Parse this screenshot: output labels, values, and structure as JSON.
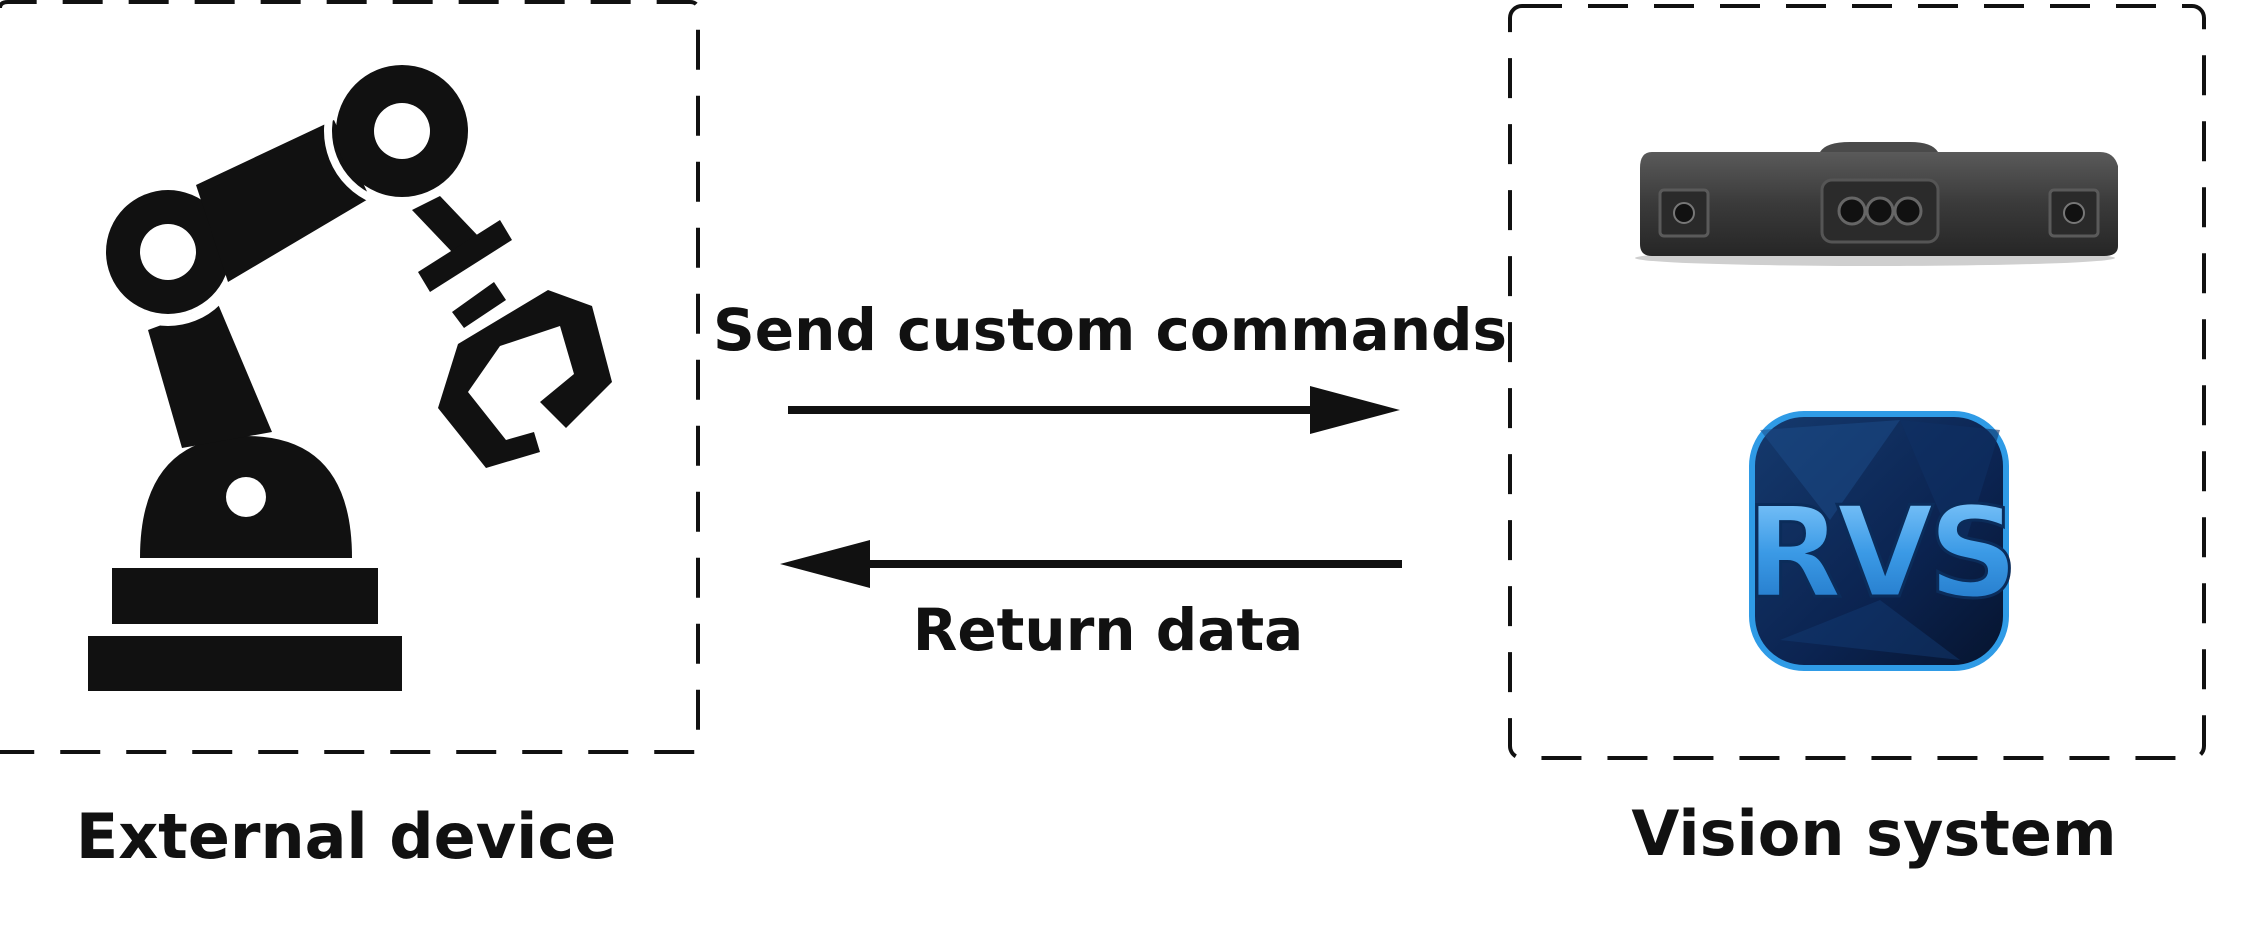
{
  "external_device": {
    "title": "External device",
    "icon": "robot-arm-icon"
  },
  "vision_system": {
    "title": "Vision system",
    "camera": "3d-camera-icon",
    "software_logo": {
      "icon": "rvs-logo",
      "text": "RVS"
    }
  },
  "flows": {
    "send_label": "Send custom commands",
    "return_label": "Return data"
  },
  "colors": {
    "ink": "#111111",
    "logo_blue": "#2f8fd8",
    "logo_dark": "#0a1c3a",
    "camera_body": "#3a3a3a"
  }
}
